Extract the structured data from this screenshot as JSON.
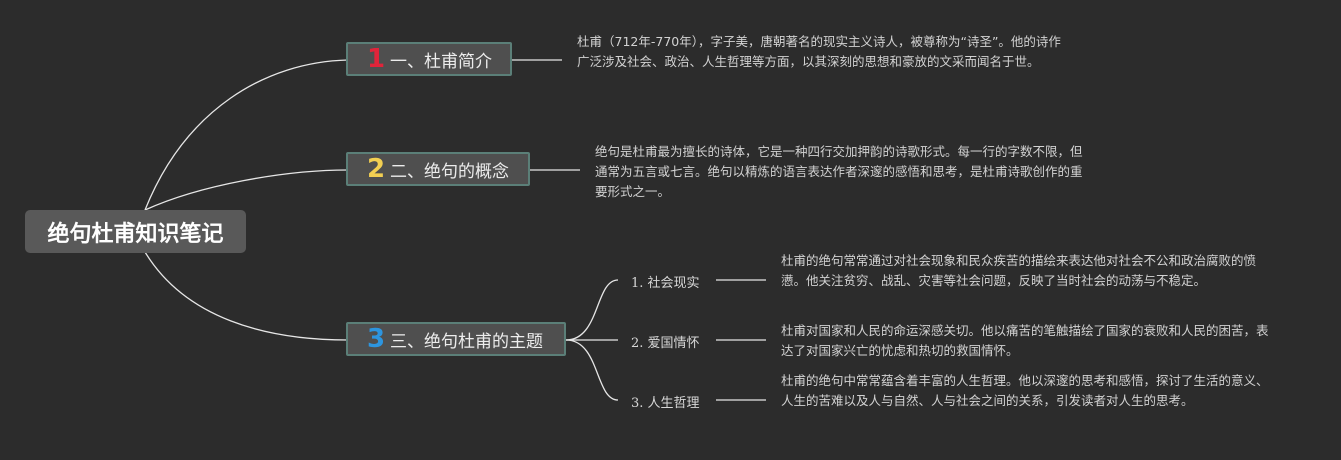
{
  "root": {
    "label": "绝句杜甫知识笔记"
  },
  "topics": [
    {
      "number": "1",
      "label": "一、杜甫简介",
      "note": "杜甫（712年-770年），字子美，唐朝著名的现实主义诗人，被尊称为“诗圣”。他的诗作广泛涉及社会、政治、人生哲理等方面，以其深刻的思想和豪放的文采而闻名于世。"
    },
    {
      "number": "2",
      "label": "二、绝句的概念",
      "note": "绝句是杜甫最为擅长的诗体，它是一种四行交加押韵的诗歌形式。每一行的字数不限，但通常为五言或七言。绝句以精炼的语言表达作者深邃的感悟和思考，是杜甫诗歌创作的重要形式之一。"
    },
    {
      "number": "3",
      "label": "三、绝句杜甫的主题",
      "subtopics": [
        {
          "label": "1. 社会现实",
          "note": "杜甫的绝句常常通过对社会现象和民众疾苦的描绘来表达他对社会不公和政治腐败的愤懑。他关注贫穷、战乱、灾害等社会问题，反映了当时社会的动荡与不稳定。"
        },
        {
          "label": "2. 爱国情怀",
          "note": "杜甫对国家和人民的命运深感关切。他以痛苦的笔触描绘了国家的衰败和人民的困苦，表达了对国家兴亡的忧虑和热切的救国情怀。"
        },
        {
          "label": "3. 人生哲理",
          "note": "杜甫的绝句中常常蕴含着丰富的人生哲理。他以深邃的思考和感悟，探讨了生活的意义、人生的苦难以及人与自然、人与社会之间的关系，引发读者对人生的思考。"
        }
      ]
    }
  ],
  "colors": {
    "background": "#2c2c2c",
    "root_fill": "#595959",
    "topic_fill": "#4f4f4f",
    "topic_border": "#5b7f78",
    "connector": "#e6e6e6",
    "number_1": "#e0243a",
    "number_2": "#f2cf52",
    "number_3": "#2d95df"
  }
}
